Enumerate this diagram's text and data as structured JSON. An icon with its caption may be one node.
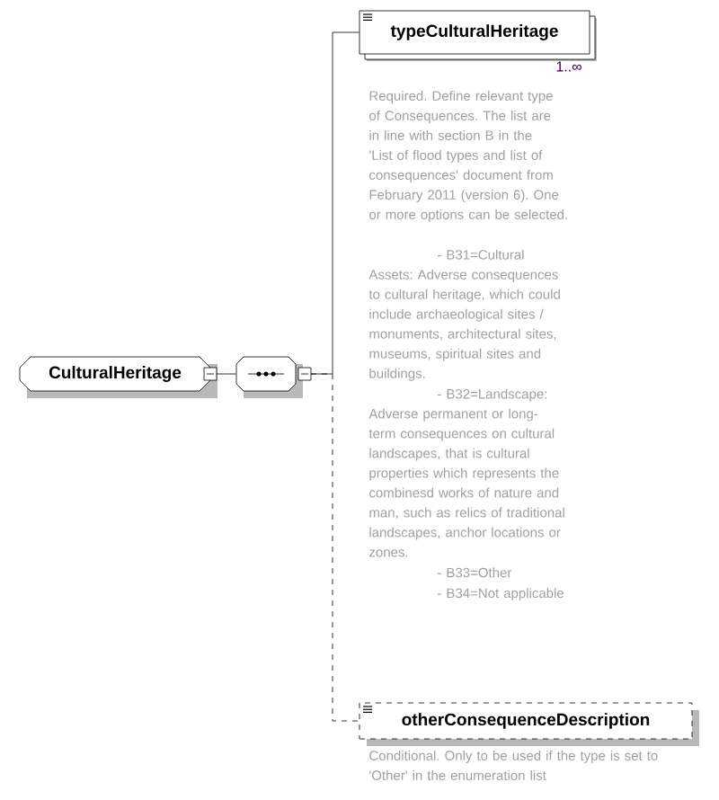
{
  "diagram": {
    "nodes": [
      {
        "text": [
          "CulturalHeritage"
        ]
      },
      {
        "text": [],
        "shape": "octagon"
      },
      {
        "text": [
          "typeCulturalHeritage"
        ],
        "beside": [
          "1..∞",
          "Required. Define relevant type of Consequences. The list are in line with section B in the 'List of flood types and list of consequences' document from February 2011 (version 6). One or more options can be selected.",
          "- B31=Cultural Assets: Adverse consequences to cultural heritage, which could include archaeological sites / monuments, architectural sites, museums, spiritual sites and buildings.",
          "- B32=Landscape: Adverse permanent or long-term consequences on cultural landscapes, that is cultural properties which represents the combinesd works of nature and man, such as relics of traditional landscapes, anchor locations or zones.",
          "- B33=Other",
          "- B34=Not applicable"
        ]
      },
      {
        "text": [
          "otherConsequenceDescription"
        ],
        "beside": [
          "Conditional. Only to be used if the type is set to 'Other' in the enumeration list"
        ]
      }
    ],
    "edges": [
      {
        "from": 0,
        "to": 1,
        "arrow": "none"
      },
      {
        "from": 1,
        "to": 2,
        "arrow": "none"
      },
      {
        "from": 1,
        "to": 3,
        "arrow": "none",
        "style": "dashed"
      }
    ]
  }
}
